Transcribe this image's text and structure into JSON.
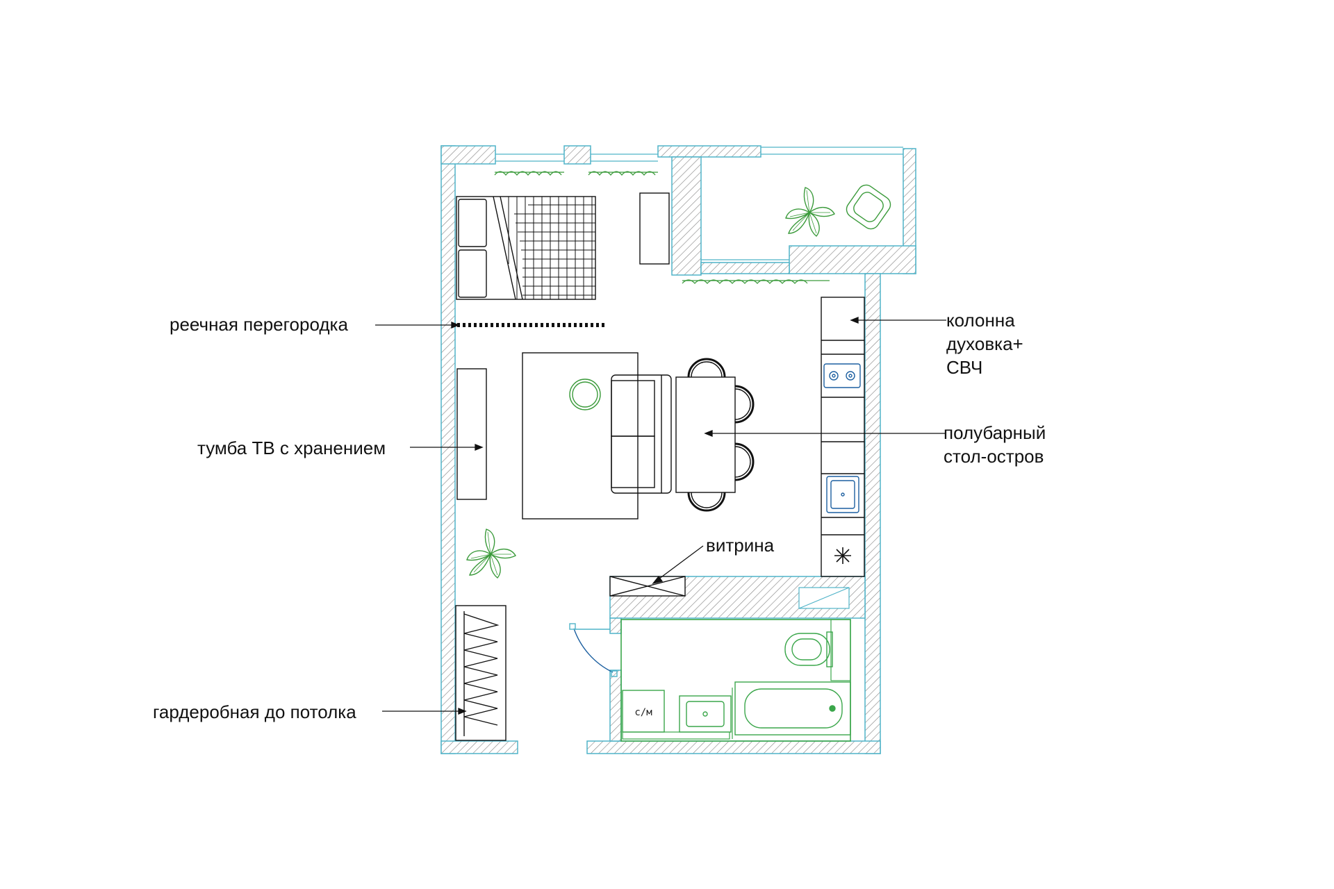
{
  "labels": {
    "slat_partition": "реечная перегородка",
    "tv_unit": "тумба ТВ с хранением",
    "wardrobe": "гардеробная до потолка",
    "column_line1": "колонна",
    "column_line2": "духовка+",
    "column_line3": "СВЧ",
    "island_line1": "полубарный",
    "island_line2": "стол-остров",
    "showcase": "витрина",
    "washer": "с/м"
  },
  "colors": {
    "wall_outline": "#4fb3c8",
    "wall_hatch": "#8a8a8a",
    "furniture": "#111111",
    "plants": "#3a9a3a",
    "fixtures_blue": "#1c5fa0",
    "bathroom_fixtures": "#3aa64a"
  }
}
